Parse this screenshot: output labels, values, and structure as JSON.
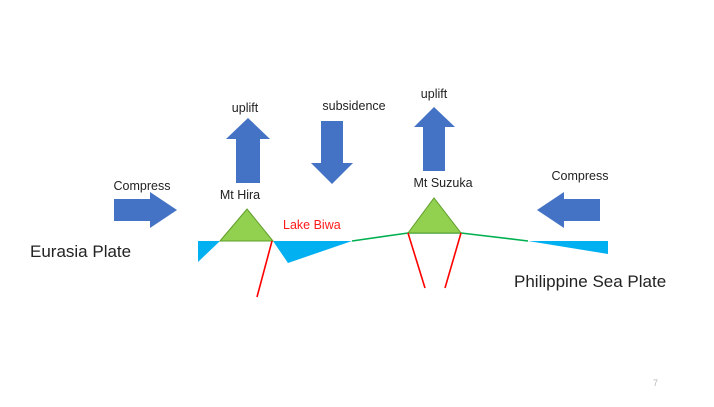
{
  "labels": {
    "eurasia_plate": "Eurasia Plate",
    "philippine_sea_plate": "Philippine Sea Plate",
    "compress_left": "Compress",
    "compress_right": "Compress",
    "uplift_left": "uplift",
    "uplift_right": "uplift",
    "subsidence": "subsidence",
    "mt_hira": "Mt Hira",
    "mt_suzuka": "Mt Suzuka",
    "lake_biwa": "Lake Biwa"
  },
  "page_number": "7",
  "colors": {
    "arrow_blue": "#4472c4",
    "mountain_green": "#92d050",
    "mountain_outline": "#5f9e2a",
    "water_cyan": "#00b0f0",
    "surface_line": "#00b050",
    "fault_red": "#ff0000",
    "lake_label_red": "#ff1a1a",
    "text": "#222222"
  }
}
